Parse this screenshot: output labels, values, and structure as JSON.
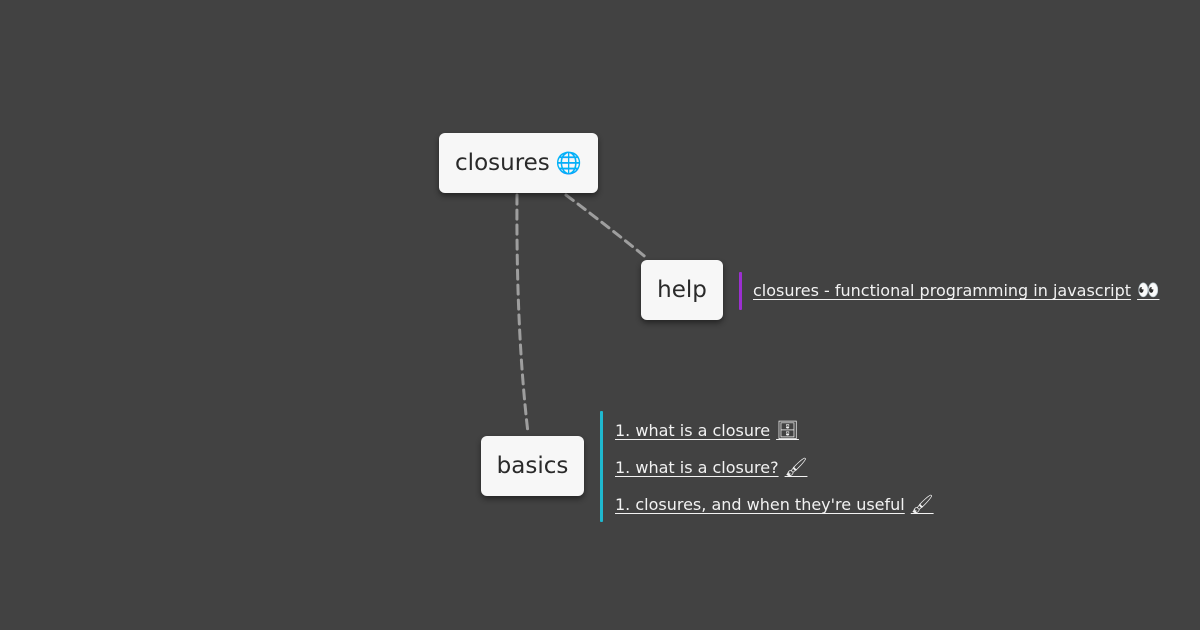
{
  "colors": {
    "background": "#424242",
    "node_fill": "#f7f7f7",
    "node_text": "#2a2a2a",
    "connector": "#9e9e9e",
    "help_accent": "#9c2fd1",
    "basics_accent": "#1fb8cf",
    "link_text": "#f2f2f2"
  },
  "mindmap": {
    "root": {
      "label": "closures",
      "emoji": "🌐",
      "icon": "globe-icon"
    },
    "help": {
      "label": "help",
      "links": [
        {
          "text": "closures - functional programming in javascript",
          "emoji": "👀",
          "icon": "eyes-icon"
        }
      ]
    },
    "basics": {
      "label": "basics",
      "links": [
        {
          "text": "1. what is a closure",
          "emoji": "🗄",
          "icon": "stack-icon"
        },
        {
          "text": "1. what is a closure?",
          "emoji": "🖌",
          "icon": "brush-icon"
        },
        {
          "text": "1. closures, and when they're useful",
          "emoji": "🖌",
          "icon": "brush-icon"
        }
      ]
    }
  }
}
